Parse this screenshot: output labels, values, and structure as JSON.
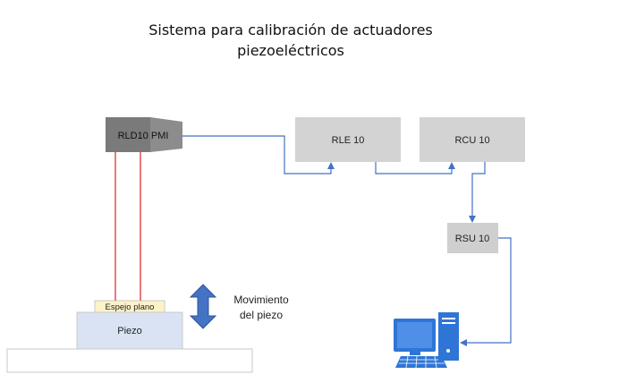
{
  "title": {
    "line1": "Sistema para calibración de actuadores",
    "line2": "piezoeléctricos"
  },
  "nodes": {
    "laser_head": {
      "label": "RLD10 PMI",
      "color": "#7a7a7a"
    },
    "rle": {
      "label": "RLE 10",
      "color": "#d3d3d3"
    },
    "rcu": {
      "label": "RCU 10",
      "color": "#d3d3d3"
    },
    "rsu": {
      "label": "RSU 10",
      "color": "#cfcfcf"
    },
    "mirror": {
      "label": "Espejo plano",
      "color": "#fff2c8"
    },
    "piezo": {
      "label": "Piezo",
      "color": "#dae3f3"
    }
  },
  "motion": {
    "line1": "Movimiento",
    "line2": "del piezo",
    "arrow_color": "#4472c4"
  },
  "colors": {
    "connector": "#4472c4",
    "laser_beam": "#e03030",
    "computer": "#2e75d6"
  },
  "icons": {
    "computer": "computer-icon",
    "motion_arrow": "double-arrow-vertical-icon"
  }
}
